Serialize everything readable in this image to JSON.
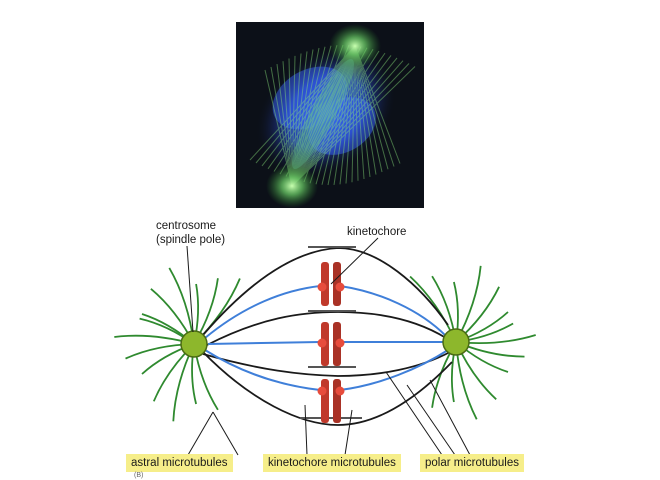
{
  "labels": {
    "centrosome_line1": "centrosome",
    "centrosome_line2": "(spindle pole)",
    "kinetochore": "kinetochore",
    "astral": "astral microtubules",
    "kinetochore_mt": "kinetochore microtubules",
    "polar": "polar microtubules",
    "fig_ref": "(B)"
  },
  "colors": {
    "micrograph_bg": "#0c1018",
    "micrograph_blue": "#2a5cff",
    "micrograph_green": "#7cdc6a",
    "astral_green": "#2f8a2f",
    "kinetochore_blue": "#3f7fd9",
    "polar_black": "#1a1a1a",
    "centrosome_fill": "#8db72c",
    "chromosome_red": "#c0392b",
    "label_bg": "#f6ee8a"
  }
}
